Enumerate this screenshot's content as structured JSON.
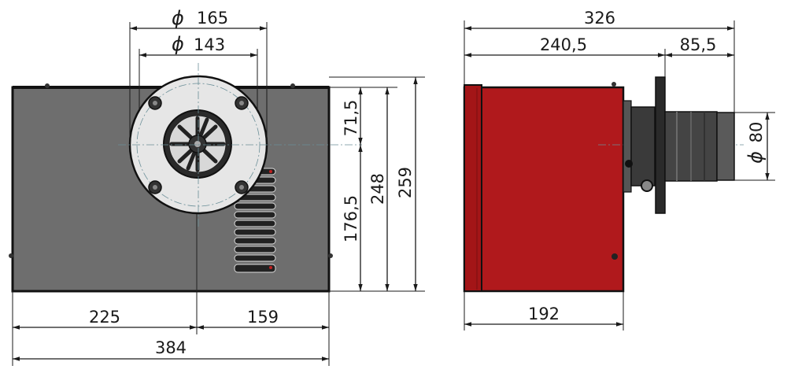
{
  "colors": {
    "housing_grey": "#6e6e6e",
    "housing_red": "#b0191c",
    "fan_plate": "#e6e6e6",
    "tube_dark": "#3c3c3c",
    "line": "#1a1a1a"
  },
  "dimensions": {
    "dia_165": "165",
    "dia_143": "143",
    "h_71_5": "71,5",
    "h_176_5": "176,5",
    "h_248": "248",
    "h_259": "259",
    "w_225": "225",
    "w_159": "159",
    "w_384": "384",
    "w_326": "326",
    "w_240_5": "240,5",
    "w_85_5": "85,5",
    "dia_80": "80",
    "w_192": "192"
  },
  "symbols": {
    "diameter": "ϕ"
  }
}
